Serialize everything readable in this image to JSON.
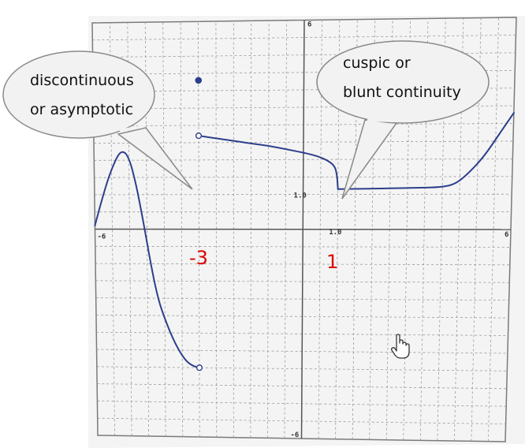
{
  "chart_data": {
    "type": "line",
    "xlim": [
      -6,
      6
    ],
    "ylim": [
      -6,
      6
    ],
    "grid": true,
    "axis_labels": {
      "x_min": "-6",
      "x_max": "6",
      "y_max": "6",
      "y_min": "-6",
      "x_tick": "1.0",
      "y_tick": "1.0"
    },
    "series": [
      {
        "x": [
          -6.0,
          -5.7,
          -5.4,
          -5.2,
          -5.0,
          -4.8,
          -4.6,
          -4.4,
          -4.2,
          -4.0,
          -3.8,
          -3.6,
          -3.4,
          -3.2,
          -3.0
        ],
        "y": [
          0.1,
          1.2,
          2.0,
          2.3,
          2.1,
          1.3,
          0.2,
          -1.0,
          -2.0,
          -2.6,
          -3.1,
          -3.5,
          -3.8,
          -3.95,
          -4.0
        ]
      },
      {
        "x": [
          -3.0,
          -2.5,
          -2.0,
          -1.5,
          -1.0,
          -0.5,
          0.0,
          0.4,
          0.7,
          0.9,
          0.97,
          1.0
        ],
        "y": [
          2.7,
          2.62,
          2.55,
          2.47,
          2.4,
          2.3,
          2.2,
          2.1,
          1.97,
          1.82,
          1.55,
          1.15
        ]
      },
      {
        "x": [
          1.0,
          2.0,
          3.0,
          4.0,
          4.4,
          4.8,
          5.2,
          5.6,
          6.0
        ],
        "y": [
          1.15,
          1.16,
          1.18,
          1.2,
          1.3,
          1.65,
          2.1,
          2.7,
          3.3
        ]
      }
    ],
    "points": [
      {
        "x": -3.0,
        "y": 4.3,
        "style": "filled"
      },
      {
        "x": -3.0,
        "y": 2.7,
        "style": "open"
      },
      {
        "x": -3.0,
        "y": -4.0,
        "style": "open"
      }
    ],
    "annotations": {
      "left_callout": [
        "discontinuous",
        "or asymptotic"
      ],
      "right_callout": [
        "cuspic or",
        "blunt continuity"
      ],
      "red_labels": [
        "-3",
        "1"
      ]
    }
  },
  "colors": {
    "curve": "#2c3f8c",
    "grid": "#9a9a9a",
    "axis": "#555555",
    "annotation": "#e00000",
    "bubble_fill": "#f2f2f2",
    "bubble_stroke": "#8a8a8a"
  }
}
